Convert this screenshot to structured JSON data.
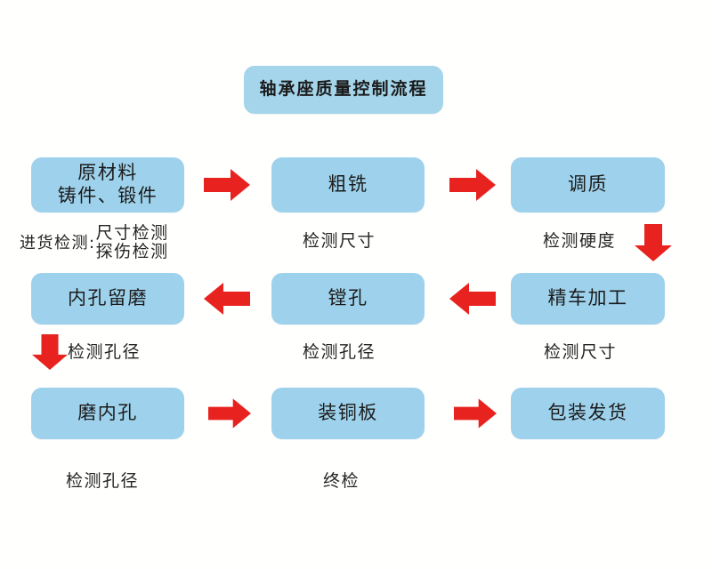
{
  "diagram": {
    "title": "轴承座质量控制流程",
    "accent_box_color": "#9ed2ec",
    "accent_arrow_color": "#e8231f",
    "background_color": "#fffffe",
    "rows": [
      {
        "id": "row-1",
        "direction": "left-to-right",
        "boxes": [
          {
            "id": "raw-material",
            "lines": [
              "原材料",
              "铸件、锻件"
            ]
          },
          {
            "id": "rough-milling",
            "lines": [
              "粗铣"
            ]
          },
          {
            "id": "quench-temper",
            "lines": [
              "调质"
            ]
          }
        ],
        "captions": [
          {
            "id": "incoming-inspection",
            "lead": "进货检测:",
            "lines": [
              "尺寸检测",
              "探伤检测"
            ]
          },
          {
            "id": "dimension-check-1",
            "lines": [
              "检测尺寸"
            ]
          },
          {
            "id": "hardness-check",
            "lines": [
              "检测硬度"
            ]
          }
        ]
      },
      {
        "id": "row-2",
        "direction": "right-to-left",
        "boxes": [
          {
            "id": "bore-grind-allowance",
            "lines": [
              "内孔留磨"
            ]
          },
          {
            "id": "boring",
            "lines": [
              "镗孔"
            ]
          },
          {
            "id": "finish-turning",
            "lines": [
              "精车加工"
            ]
          }
        ],
        "captions": [
          {
            "id": "bore-diameter-check-1",
            "lines": [
              "检测孔径"
            ]
          },
          {
            "id": "bore-diameter-check-2",
            "lines": [
              "检测孔径"
            ]
          },
          {
            "id": "dimension-check-2",
            "lines": [
              "检测尺寸"
            ]
          }
        ]
      },
      {
        "id": "row-3",
        "direction": "left-to-right",
        "boxes": [
          {
            "id": "grind-bore",
            "lines": [
              "磨内孔"
            ]
          },
          {
            "id": "install-copper-plate",
            "lines": [
              "装铜板"
            ]
          },
          {
            "id": "package-ship",
            "lines": [
              "包装发货"
            ]
          }
        ],
        "captions": [
          {
            "id": "bore-diameter-check-3",
            "lines": [
              "检测孔径"
            ]
          },
          {
            "id": "final-inspection",
            "lines": [
              "终检"
            ]
          }
        ]
      }
    ],
    "arrows": [
      {
        "id": "arrow-row1-1",
        "direction": "right"
      },
      {
        "id": "arrow-row1-2",
        "direction": "right"
      },
      {
        "id": "arrow-down-right",
        "direction": "down"
      },
      {
        "id": "arrow-row2-1",
        "direction": "left"
      },
      {
        "id": "arrow-row2-2",
        "direction": "left"
      },
      {
        "id": "arrow-down-left",
        "direction": "down"
      },
      {
        "id": "arrow-row3-1",
        "direction": "right"
      },
      {
        "id": "arrow-row3-2",
        "direction": "right"
      }
    ]
  }
}
